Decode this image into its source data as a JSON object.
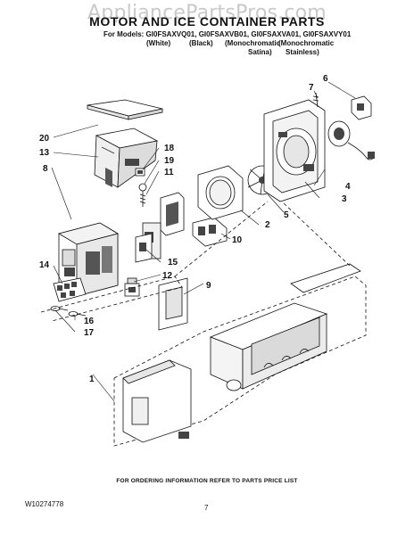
{
  "watermark": "AppliancePartsPros.com",
  "title": "MOTOR AND ICE CONTAINER PARTS",
  "models_line": "For Models: GI0FSAXVQ01, GI0FSAXVB01, GI0FSAXVA01, GI0FSAXVY01",
  "colors": [
    "(White)",
    "(Black)",
    "(Monochromatic",
    "(Monochromatic",
    "Satina)",
    "Stainless)"
  ],
  "callouts": [
    "1",
    "2",
    "3",
    "4",
    "5",
    "6",
    "7",
    "8",
    "9",
    "10",
    "11",
    "12",
    "13",
    "14",
    "15",
    "16",
    "17",
    "18",
    "19",
    "20"
  ],
  "footer_note": "FOR ORDERING INFORMATION REFER TO PARTS PRICE LIST",
  "doc_number": "W10274778",
  "page_number": "7"
}
